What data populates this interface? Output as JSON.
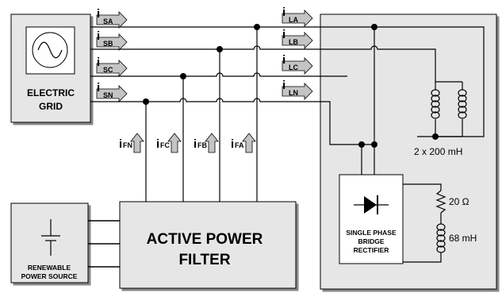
{
  "grid": {
    "label_line1": "ELECTRIC",
    "label_line2": "GRID"
  },
  "filter": {
    "label_line1": "ACTIVE POWER",
    "label_line2": "FILTER"
  },
  "source": {
    "label_line1": "RENEWABLE",
    "label_line2": "POWER SOURCE"
  },
  "rectifier": {
    "label_line1": "SINGLE PHASE",
    "label_line2": "BRIDGE",
    "label_line3": "RECTIFIER"
  },
  "inductor_pair": {
    "label": "2 x 200 mH"
  },
  "resistor": {
    "label": "20 Ω"
  },
  "series_inductor": {
    "label": "68 mH"
  },
  "currents": {
    "source": [
      {
        "main": "i",
        "sub": "SA"
      },
      {
        "main": "i",
        "sub": "SB"
      },
      {
        "main": "i",
        "sub": "SC"
      },
      {
        "main": "i",
        "sub": "SN"
      }
    ],
    "load": [
      {
        "main": "i",
        "sub": "LA"
      },
      {
        "main": "i",
        "sub": "LB"
      },
      {
        "main": "i",
        "sub": "LC"
      },
      {
        "main": "i",
        "sub": "LN"
      }
    ],
    "filter": [
      {
        "main": "i",
        "sub": "FN"
      },
      {
        "main": "i",
        "sub": "FC"
      },
      {
        "main": "i",
        "sub": "FB"
      },
      {
        "main": "i",
        "sub": "FA"
      }
    ]
  },
  "colors": {
    "box_fill": "#e6e6e6",
    "arrow_fill": "#c4c4c4",
    "line": "#000000"
  }
}
